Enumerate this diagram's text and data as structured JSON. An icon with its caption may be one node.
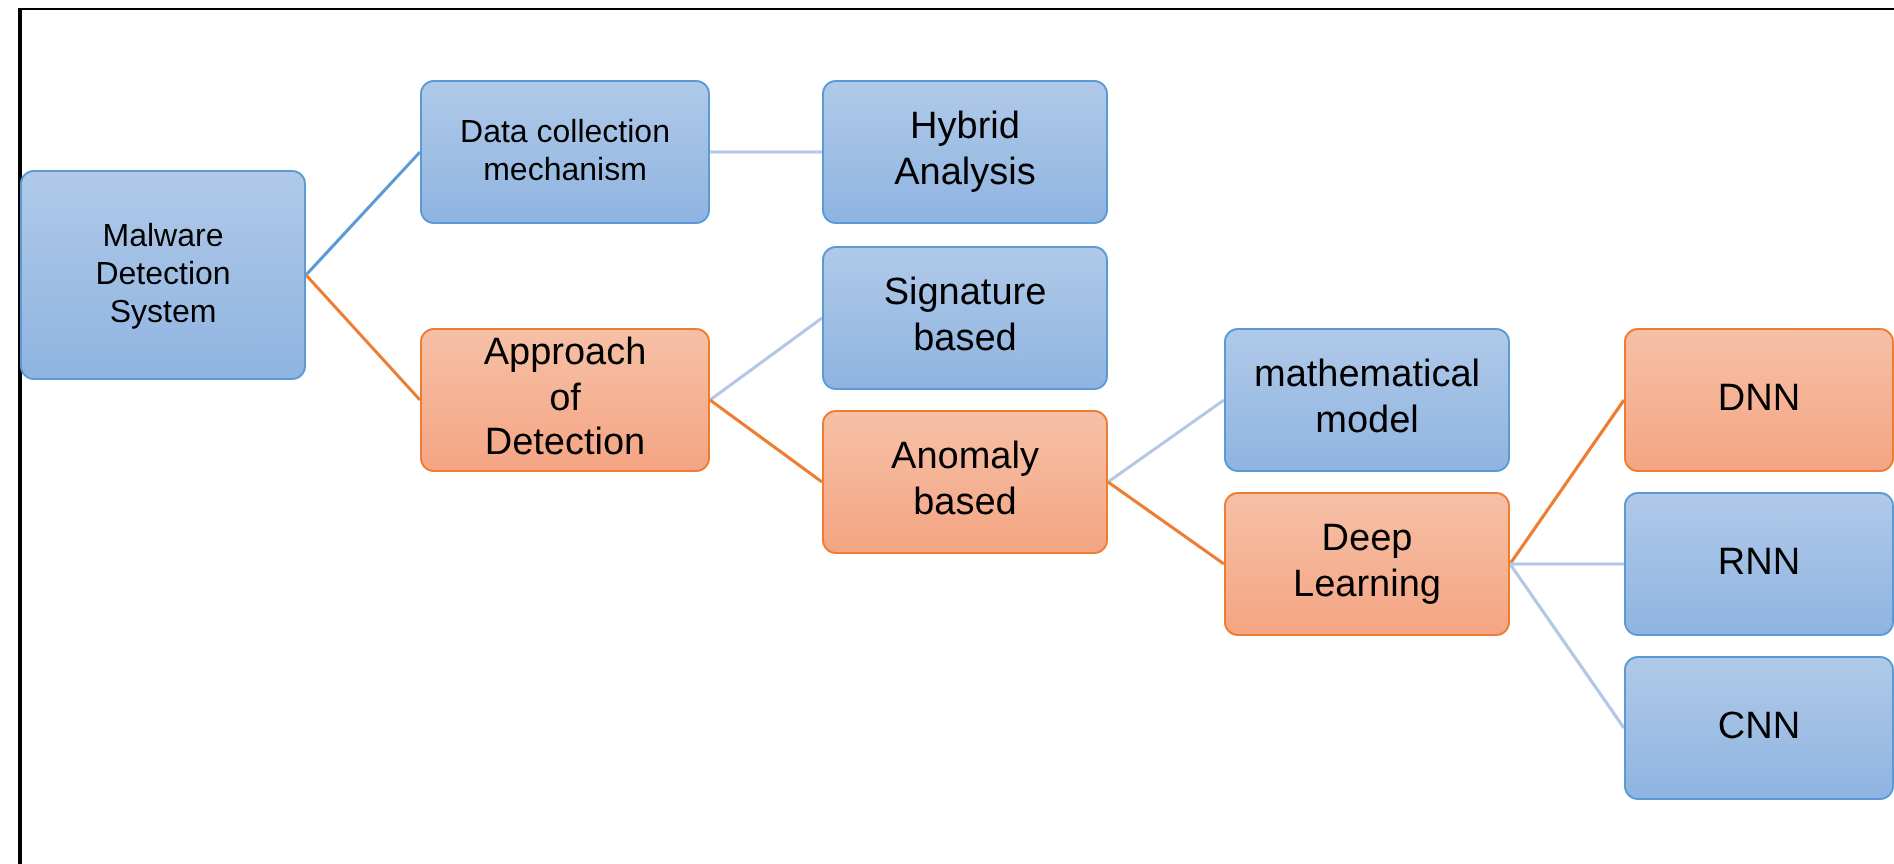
{
  "diagram": {
    "nodes": [
      {
        "text": [
          "Malware Detection System"
        ]
      },
      {
        "text": [
          "Data collection mechanism"
        ]
      },
      {
        "text": [
          "Approach of Detection"
        ]
      },
      {
        "text": [
          "Hybrid Analysis"
        ]
      },
      {
        "text": [
          "Signature based"
        ]
      },
      {
        "text": [
          "Anomaly based"
        ]
      },
      {
        "text": [
          "mathematical model"
        ]
      },
      {
        "text": [
          "Deep Learning"
        ]
      },
      {
        "text": [
          "DNN"
        ]
      },
      {
        "text": [
          "RNN"
        ]
      },
      {
        "text": [
          "CNN"
        ]
      }
    ],
    "edges": [
      {
        "from": 0,
        "to": 1,
        "arrow": "none",
        "color": "#5b9bd5"
      },
      {
        "from": 0,
        "to": 2,
        "arrow": "none",
        "color": "#ed7d31"
      },
      {
        "from": 1,
        "to": 3,
        "arrow": "none"
      },
      {
        "from": 2,
        "to": 4,
        "arrow": "none"
      },
      {
        "from": 2,
        "to": 5,
        "arrow": "none",
        "color": "#ed7d31"
      },
      {
        "from": 5,
        "to": 6,
        "arrow": "none"
      },
      {
        "from": 5,
        "to": 7,
        "arrow": "none",
        "color": "#ed7d31"
      },
      {
        "from": 7,
        "to": 8,
        "arrow": "none",
        "color": "#ed7d31"
      },
      {
        "from": 7,
        "to": 9,
        "arrow": "none"
      },
      {
        "from": 7,
        "to": 10,
        "arrow": "none"
      }
    ]
  }
}
